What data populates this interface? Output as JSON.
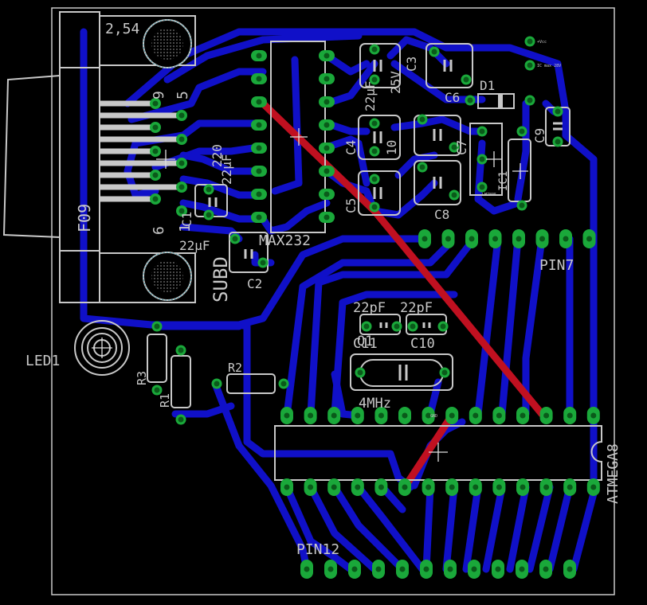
{
  "colors": {
    "background": "#000000",
    "outline": "#c8c8c8",
    "bottom_trace": "#1010c8",
    "top_trace": "#c01020",
    "pad": "#1aa83a",
    "drill": "#0a5a1a"
  },
  "labels": {
    "spacing": "2,54",
    "pin9": "9",
    "pin5": "5",
    "pin6": "6",
    "pin1": "1",
    "connector_name": "F09",
    "connector_type": "SUBD",
    "max232": "MAX232",
    "c1": "C1",
    "c1_value": "22µF",
    "c2": "C2",
    "c2_value": "22µF",
    "c3": "C3",
    "c4": "C4",
    "c4_value": "22µF",
    "c5": "C5",
    "c6": "C6",
    "c7": "C7",
    "c8": "C8",
    "c9": "C9",
    "c10": "C10",
    "c10_value": "22pF",
    "c11": "C11",
    "c11_value": "22pF",
    "q1": "Q1",
    "q1_value": "4MHz",
    "d1": "D1",
    "ic1": "IC1",
    "r1": "R1",
    "r2": "R2",
    "r3": "R3",
    "led1": "LED1",
    "pin7": "PIN7",
    "pin12": "PIN12",
    "atmega8": "ATMEGA8",
    "vertical_220": "220",
    "vertical_25v": "25V",
    "vertical_10": "10",
    "small_vcc": "+Vcc",
    "small_gnd": "GND",
    "small_note": "IC max 28V",
    "small_ic": "LM7805"
  }
}
